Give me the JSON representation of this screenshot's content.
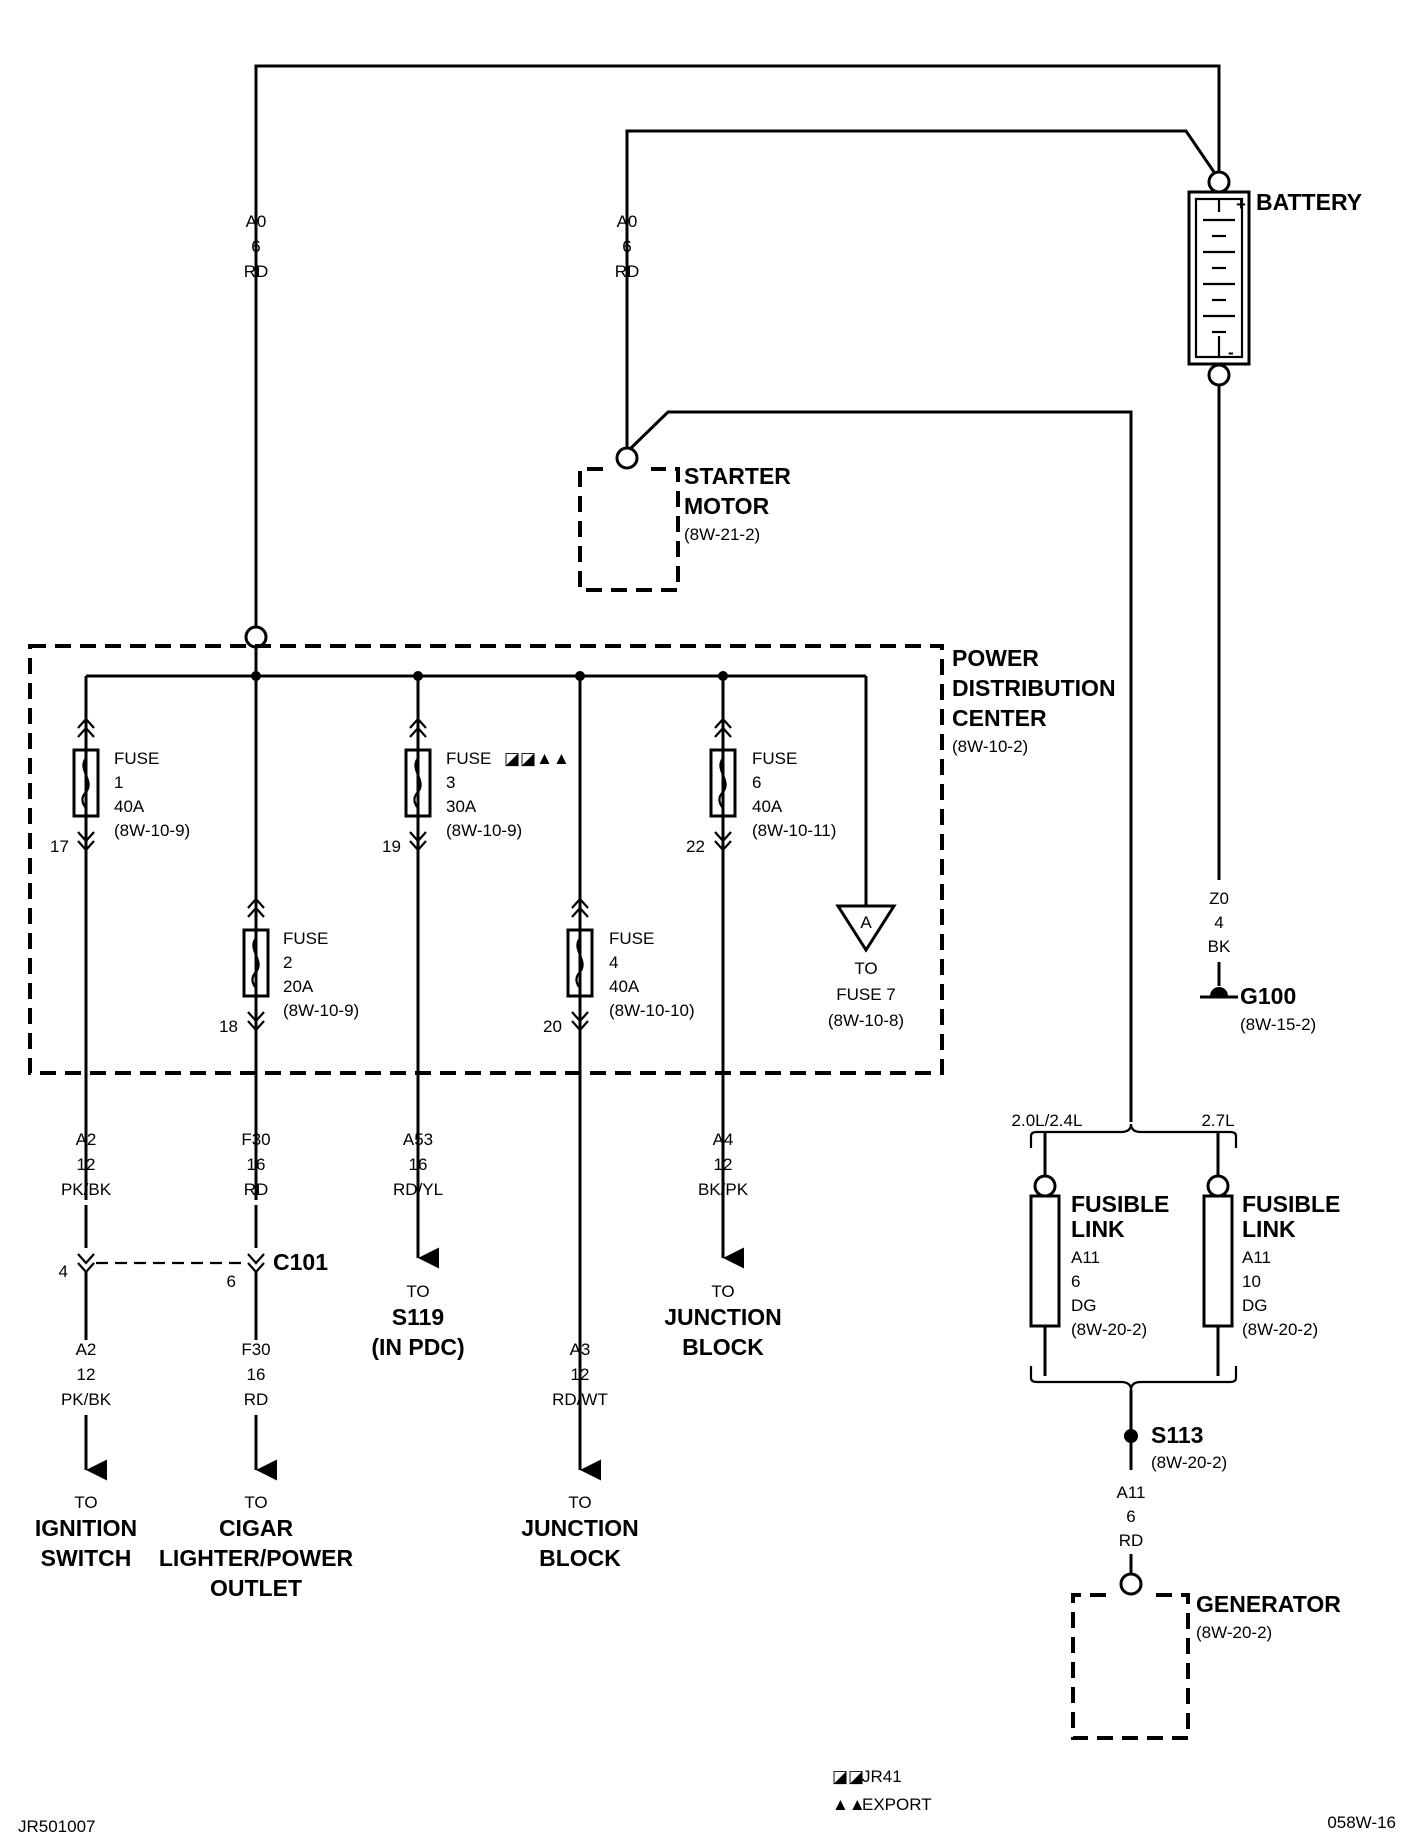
{
  "battery": {
    "title": "BATTERY",
    "plus": "+",
    "minus": "-"
  },
  "wire_a0_left": {
    "circuit": "A0",
    "gauge": "6",
    "color": "RD"
  },
  "wire_a0_right": {
    "circuit": "A0",
    "gauge": "6",
    "color": "RD"
  },
  "starter": {
    "title1": "STARTER",
    "title2": "MOTOR",
    "ref": "(8W-21-2)"
  },
  "pdc": {
    "title1": "POWER",
    "title2": "DISTRIBUTION",
    "title3": "CENTER",
    "ref": "(8W-10-2)"
  },
  "fuse1": {
    "name": "FUSE",
    "num": "1",
    "amp": "40A",
    "ref": "(8W-10-9)",
    "pin": "17"
  },
  "fuse2": {
    "name": "FUSE",
    "num": "2",
    "amp": "20A",
    "ref": "(8W-10-9)",
    "pin": "18"
  },
  "fuse3": {
    "name": "FUSE",
    "num": "3",
    "amp": "30A",
    "ref": "(8W-10-9)",
    "pin": "19",
    "marks": "◪◪▲▲"
  },
  "fuse4": {
    "name": "FUSE",
    "num": "4",
    "amp": "40A",
    "ref": "(8W-10-10)",
    "pin": "20"
  },
  "fuse6": {
    "name": "FUSE",
    "num": "6",
    "amp": "40A",
    "ref": "(8W-10-11)",
    "pin": "22"
  },
  "fuse7ref": {
    "letter": "A",
    "to": "TO",
    "name": "FUSE 7",
    "ref": "(8W-10-8)"
  },
  "ground": {
    "circuit": "Z0",
    "gauge": "4",
    "color": "BK",
    "name": "G100",
    "ref": "(8W-15-2)"
  },
  "wire_a2_top": {
    "circuit": "A2",
    "gauge": "12",
    "color": "PK/BK"
  },
  "wire_f30_top": {
    "circuit": "F30",
    "gauge": "16",
    "color": "RD"
  },
  "wire_a53": {
    "circuit": "A53",
    "gauge": "16",
    "color": "RD/YL"
  },
  "wire_a4": {
    "circuit": "A4",
    "gauge": "12",
    "color": "BK/PK"
  },
  "connector": {
    "name": "C101",
    "pin_left": "4",
    "pin_right": "6"
  },
  "wire_a2_bot": {
    "circuit": "A2",
    "gauge": "12",
    "color": "PK/BK"
  },
  "wire_f30_bot": {
    "circuit": "F30",
    "gauge": "16",
    "color": "RD"
  },
  "wire_a3": {
    "circuit": "A3",
    "gauge": "12",
    "color": "RD/WT"
  },
  "dest_s119": {
    "to": "TO",
    "name1": "S119",
    "name2": "(IN PDC)"
  },
  "dest_jb_a4": {
    "to": "TO",
    "name1": "JUNCTION",
    "name2": "BLOCK"
  },
  "dest_ign": {
    "to": "TO",
    "name1": "IGNITION",
    "name2": "SWITCH"
  },
  "dest_cigar": {
    "to": "TO",
    "name1": "CIGAR",
    "name2": "LIGHTER/POWER",
    "name3": "OUTLET"
  },
  "dest_jb_a3": {
    "to": "TO",
    "name1": "JUNCTION",
    "name2": "BLOCK"
  },
  "engine_variants": {
    "left": "2.0L/2.4L",
    "right": "2.7L"
  },
  "fusible_left": {
    "title1": "FUSIBLE",
    "title2": "LINK",
    "circuit": "A11",
    "gauge": "6",
    "color": "DG",
    "ref": "(8W-20-2)"
  },
  "fusible_right": {
    "title1": "FUSIBLE",
    "title2": "LINK",
    "circuit": "A11",
    "gauge": "10",
    "color": "DG",
    "ref": "(8W-20-2)"
  },
  "splice": {
    "name": "S113",
    "ref": "(8W-20-2)"
  },
  "wire_a11": {
    "circuit": "A11",
    "gauge": "6",
    "color": "RD"
  },
  "generator": {
    "title": "GENERATOR",
    "ref": "(8W-20-2)"
  },
  "legend": {
    "jr41_symbol": "◪◪",
    "jr41": "JR41",
    "export_symbol": "▲▲",
    "export": "EXPORT"
  },
  "footer": {
    "left": "JR501007",
    "right": "058W-16"
  }
}
